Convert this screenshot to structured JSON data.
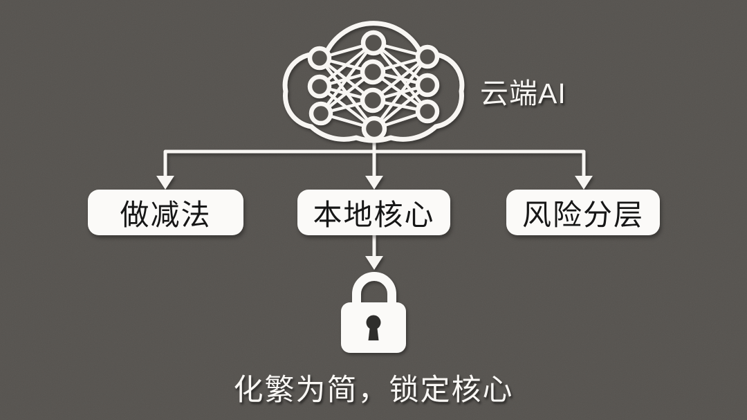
{
  "meta": {
    "background_color": "#56534F",
    "foreground_color": "#FAF8F5",
    "box_text_color": "#161616",
    "keyhole_color": "#2F2E2C"
  },
  "cloud": {
    "label": "云端AI",
    "icon": "neural-network-cloud-icon"
  },
  "branches": [
    {
      "label": "做减法"
    },
    {
      "label": "本地核心"
    },
    {
      "label": "风险分层"
    }
  ],
  "lock": {
    "icon": "padlock-icon"
  },
  "caption": "化繁为简，锁定核心"
}
